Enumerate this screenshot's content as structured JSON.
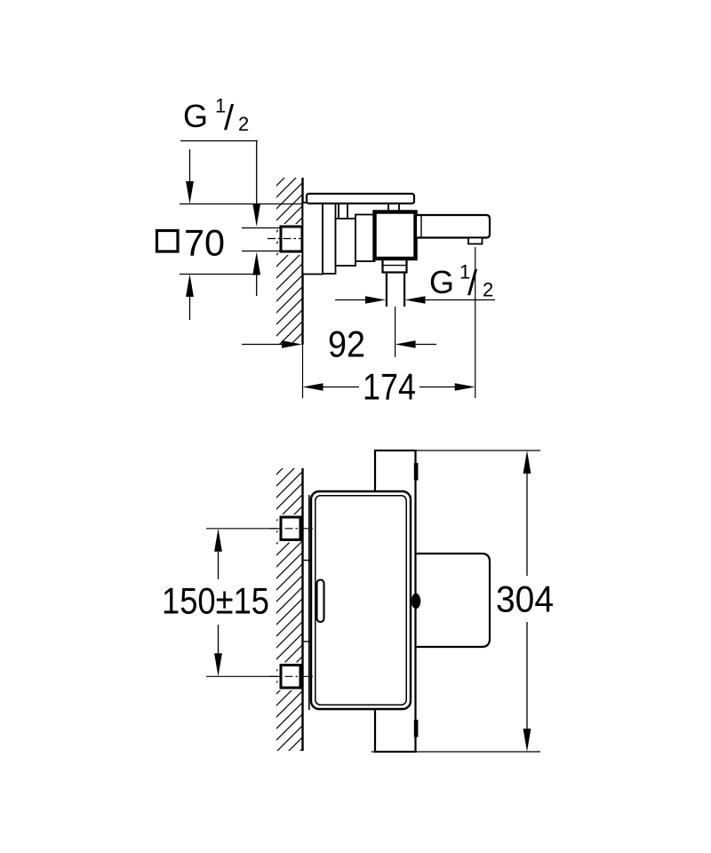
{
  "drawing": {
    "type": "technical dimensional drawing, wall-mounted thermostatic bath mixer",
    "background_color": "#ffffff",
    "line_color": "#000000",
    "side_view": {
      "thread_label_top": {
        "g": "G",
        "numerator": "1",
        "slash": "/",
        "denominator": "2"
      },
      "thread_label_bottom": {
        "g": "G",
        "numerator": "1",
        "slash": "/",
        "denominator": "2"
      },
      "escutcheon_dimension": {
        "symbol_icon": "square-outline-icon",
        "value": "70"
      },
      "hose_connection_offset": "92",
      "spout_outlet_offset": "174"
    },
    "front_view": {
      "connection_center_distance": "150±15",
      "overall_height": "304"
    }
  }
}
